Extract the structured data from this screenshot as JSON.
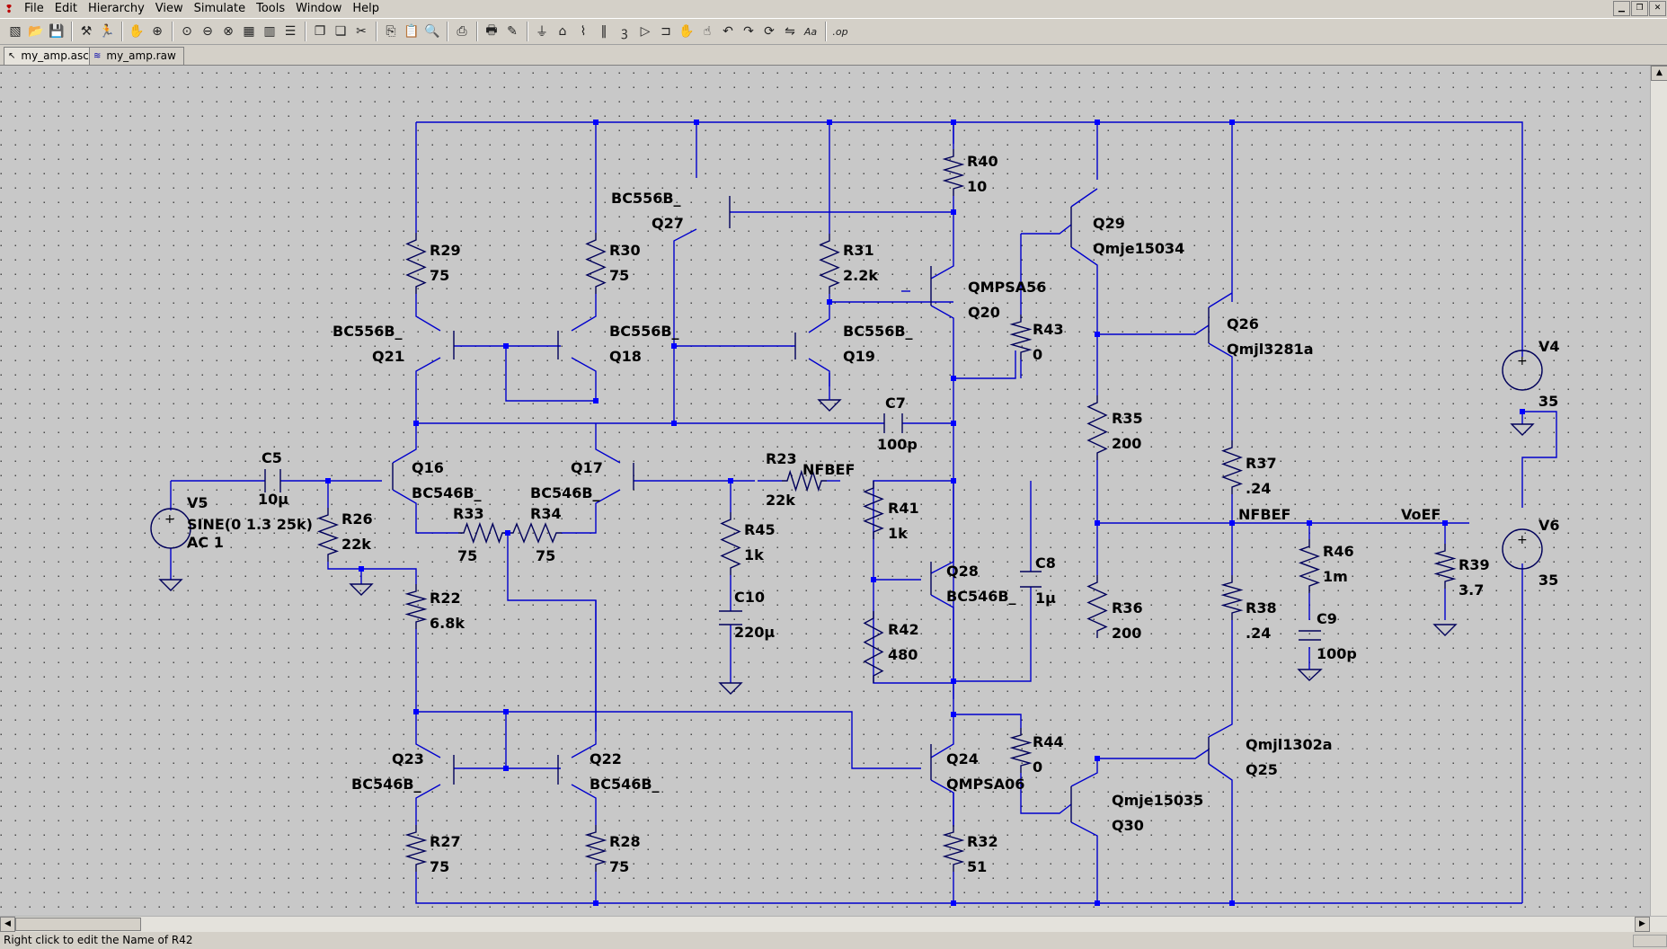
{
  "menu": [
    "File",
    "Edit",
    "Hierarchy",
    "View",
    "Simulate",
    "Tools",
    "Window",
    "Help"
  ],
  "tabs": [
    {
      "label": "my_amp.asc",
      "icon": "schematic-icon",
      "active": true
    },
    {
      "label": "my_amp.raw",
      "icon": "waveform-icon",
      "active": false
    }
  ],
  "toolbar_icons": [
    "new-schematic-icon",
    "open-icon",
    "save-icon",
    "control-panel-icon",
    "run-icon",
    "halt-icon",
    "zoom-in-icon",
    "zoom-area-icon",
    "zoom-out-icon",
    "zoom-cancel-icon",
    "autorange-icon",
    "pick-visible-icon",
    "tile-horizontal-icon",
    "cascade-icon",
    "close-windows-icon",
    "cut-icon",
    "copy-icon",
    "paste-icon",
    "find-icon",
    "print-setup-icon",
    "print-icon",
    "draw-wire-icon",
    "ground-icon",
    "label-net-icon",
    "resistor-icon",
    "capacitor-icon",
    "inductor-icon",
    "diode-icon",
    "component-icon",
    "move-icon",
    "drag-icon",
    "undo-icon",
    "redo-icon",
    "rotate-icon",
    "mirror-icon",
    "text-icon",
    "spice-directive-icon"
  ],
  "status": {
    "text": "Right click to edit the Name of R42"
  },
  "colors": {
    "wire": "#0000cc",
    "junction": "#0000ff",
    "symbol": "#00005a",
    "canvas": "#c8c8c8",
    "grid": "#4a4a4a"
  },
  "schematic": {
    "components": [
      {
        "id": "R40",
        "value": "10"
      },
      {
        "id": "R29",
        "value": "75"
      },
      {
        "id": "R30",
        "value": "75"
      },
      {
        "id": "R31",
        "value": "2.2k"
      },
      {
        "id": "R43",
        "value": "0"
      },
      {
        "id": "R35",
        "value": "200"
      },
      {
        "id": "R37",
        "value": ".24"
      },
      {
        "id": "R23",
        "value": "22k"
      },
      {
        "id": "R26",
        "value": "22k"
      },
      {
        "id": "R33",
        "value": "75"
      },
      {
        "id": "R34",
        "value": "75"
      },
      {
        "id": "R45",
        "value": "1k"
      },
      {
        "id": "R41",
        "value": "1k"
      },
      {
        "id": "R42",
        "value": "480"
      },
      {
        "id": "R22",
        "value": "6.8k"
      },
      {
        "id": "R46",
        "value": "1m"
      },
      {
        "id": "R39",
        "value": "3.7"
      },
      {
        "id": "R36",
        "value": "200"
      },
      {
        "id": "R38",
        "value": ".24"
      },
      {
        "id": "R44",
        "value": "0"
      },
      {
        "id": "R27",
        "value": "75"
      },
      {
        "id": "R28",
        "value": "75"
      },
      {
        "id": "R32",
        "value": "51"
      },
      {
        "id": "C5",
        "value": "10µ"
      },
      {
        "id": "C7",
        "value": "100p"
      },
      {
        "id": "C8",
        "value": "1µ"
      },
      {
        "id": "C9",
        "value": "100p"
      },
      {
        "id": "C10",
        "value": "220µ"
      },
      {
        "id": "Q27",
        "model": "BC556B_"
      },
      {
        "id": "Q29",
        "model": "Qmje15034"
      },
      {
        "id": "Q20",
        "model": "QMPSA56"
      },
      {
        "id": "Q26",
        "model": "Qmjl3281a"
      },
      {
        "id": "Q21",
        "model": "BC556B_"
      },
      {
        "id": "Q18",
        "model": "BC556B_"
      },
      {
        "id": "Q19",
        "model": "BC556B_"
      },
      {
        "id": "Q16",
        "model": "BC546B_"
      },
      {
        "id": "Q17",
        "model": "BC546B_"
      },
      {
        "id": "Q28",
        "model": "BC546B_"
      },
      {
        "id": "Q23",
        "model": "BC546B_"
      },
      {
        "id": "Q22",
        "model": "BC546B_"
      },
      {
        "id": "Q24",
        "model": "QMPSA06"
      },
      {
        "id": "Q30",
        "model": "Qmje15035"
      },
      {
        "id": "Q25",
        "model": "Qmjl1302a"
      },
      {
        "id": "V4",
        "value": "35"
      },
      {
        "id": "V6",
        "value": "35"
      },
      {
        "id": "V5",
        "value": "SINE(0 1.3 25k)",
        "value2": "AC 1"
      }
    ],
    "nets": [
      "NFBEF",
      "NFBEF",
      "VoEF"
    ]
  }
}
